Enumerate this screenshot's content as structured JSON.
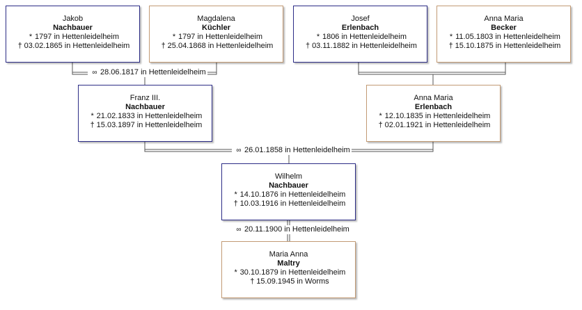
{
  "symbols": {
    "birth": "*",
    "death": "†",
    "marriage": "∞"
  },
  "persons": {
    "jakob": {
      "first": "Jakob",
      "last": "Nachbauer",
      "birth": "1797 in Hettenleidelheim",
      "death": "03.02.1865 in Hettenleidelheim"
    },
    "magdalena": {
      "first": "Magdalena",
      "last": "Küchler",
      "birth": "1797 in Hettenleidelheim",
      "death": "25.04.1868 in Hettenleidelheim"
    },
    "josef": {
      "first": "Josef",
      "last": "Erlenbach",
      "birth": "1806 in Hettenleidelheim",
      "death": "03.11.1882 in Hettenleidelheim"
    },
    "annamaria_becker": {
      "first": "Anna Maria",
      "last": "Becker",
      "birth": "11.05.1803 in Hettenleidelheim",
      "death": "15.10.1875 in Hettenleidelheim"
    },
    "franz": {
      "first": "Franz III.",
      "last": "Nachbauer",
      "birth": "21.02.1833 in Hettenleidelheim",
      "death": "15.03.1897 in Hettenleidelheim"
    },
    "annamaria_erlenbach": {
      "first": "Anna Maria",
      "last": "Erlenbach",
      "birth": "12.10.1835 in Hettenleidelheim",
      "death": "02.01.1921 in Hettenleidelheim"
    },
    "wilhelm": {
      "first": "Wilhelm",
      "last": "Nachbauer",
      "birth": "14.10.1876 in Hettenleidelheim",
      "death": "10.03.1916 in Hettenleidelheim"
    },
    "mariaanna": {
      "first": "Maria Anna",
      "last": "Maltry",
      "birth": "30.10.1879 in Hettenleidelheim",
      "death": "15.09.1945 in Worms"
    }
  },
  "marriages": {
    "jakob_magdalena": "28.06.1817 in Hettenleidelheim",
    "franz_annamaria": "26.01.1858 in Hettenleidelheim",
    "wilhelm_mariaanna": "20.11.1900 in Hettenleidelheim"
  }
}
